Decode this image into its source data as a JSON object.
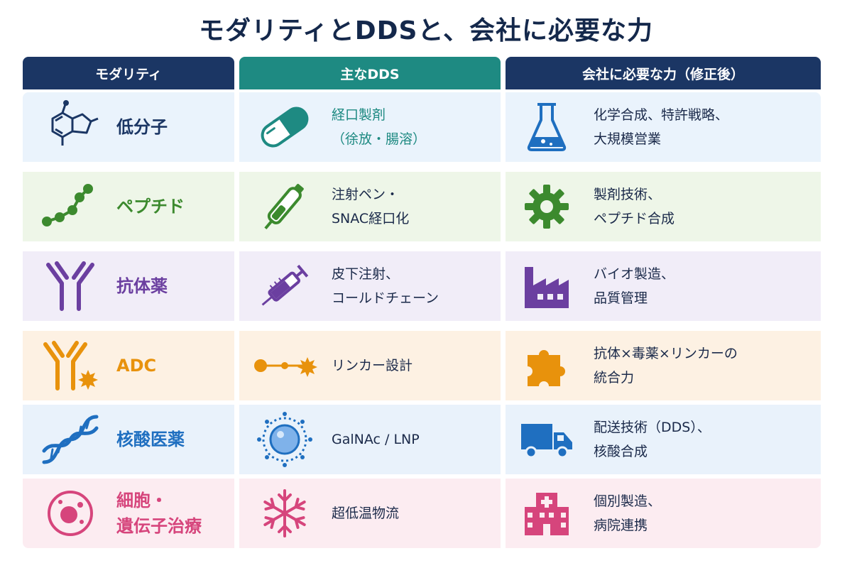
{
  "title": "モダリティとDDSと、会社に必要な力",
  "headers": {
    "modality": "モダリティ",
    "dds": "主なDDS",
    "capability": "会社に必要な力（修正後）"
  },
  "rows": [
    {
      "modality": [
        "低分子"
      ],
      "dds": [
        "経口製剤",
        "（徐放・腸溶）"
      ],
      "capability": [
        "化学合成、特許戦略、",
        "大規模営業"
      ],
      "modality_icon": "molecule-icon",
      "dds_icon": "capsule-icon",
      "capability_icon": "flask-icon",
      "color": "#1b3664",
      "bg": "#eaf3fc"
    },
    {
      "modality": [
        "ペプチド"
      ],
      "dds": [
        "注射ペン・",
        "SNAC経口化"
      ],
      "capability": [
        "製剤技術、",
        "ペプチド合成"
      ],
      "modality_icon": "peptide-chain-icon",
      "dds_icon": "injection-pen-icon",
      "capability_icon": "gear-icon",
      "color": "#3c8a2e",
      "bg": "#eef6e8"
    },
    {
      "modality": [
        "抗体薬"
      ],
      "dds": [
        "皮下注射、",
        "コールドチェーン"
      ],
      "capability": [
        "バイオ製造、",
        "品質管理"
      ],
      "modality_icon": "antibody-icon",
      "dds_icon": "syringe-icon",
      "capability_icon": "factory-icon",
      "color": "#6b3fa0",
      "bg": "#f1edf8"
    },
    {
      "modality": [
        "ADC"
      ],
      "dds": [
        "リンカー設計"
      ],
      "capability": [
        "抗体×毒薬×リンカーの",
        "統合力"
      ],
      "modality_icon": "antibody-payload-icon",
      "dds_icon": "linker-icon",
      "capability_icon": "puzzle-icon",
      "color": "#e8920c",
      "bg": "#fdf1e3"
    },
    {
      "modality": [
        "核酸医薬"
      ],
      "dds": [
        "GalNAc / LNP"
      ],
      "capability": [
        "配送技術（DDS）、",
        "核酸合成"
      ],
      "modality_icon": "dna-icon",
      "dds_icon": "lipid-nanoparticle-icon",
      "capability_icon": "truck-icon",
      "color": "#1f6fc0",
      "bg": "#e9f2fb"
    },
    {
      "modality": [
        "細胞・",
        "遺伝子治療"
      ],
      "dds": [
        "超低温物流"
      ],
      "capability": [
        "個別製造、",
        "病院連携"
      ],
      "modality_icon": "cell-icon",
      "dds_icon": "snowflake-icon",
      "capability_icon": "hospital-icon",
      "color": "#d6457c",
      "bg": "#fcecf1"
    }
  ],
  "colors": {
    "header_navy": "#1b3664",
    "header_teal": "#1e8a82",
    "dds_teal_text": "#1e8a82"
  }
}
